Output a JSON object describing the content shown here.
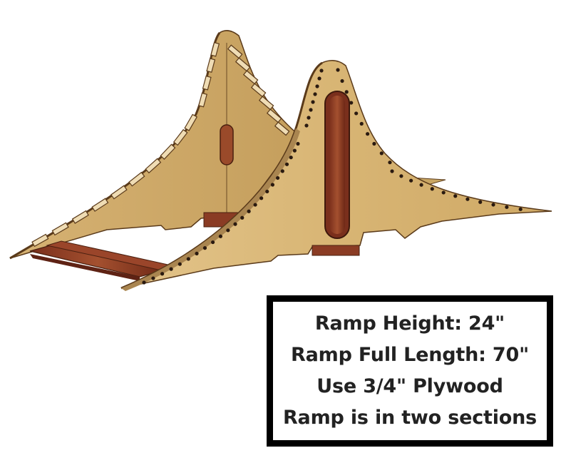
{
  "colors": {
    "plywood": "#d9b779",
    "plywood_shade": "#c9a663",
    "plywood_edge": "#5a3a1a",
    "stringer": "#8a3b24",
    "stringer_dark": "#5e2214",
    "hole": "#2a1a10",
    "box_border": "#000000",
    "text": "#222222"
  },
  "illustration": {
    "subject": "plywood-ramp-3d-render"
  },
  "info": {
    "lines": [
      "Ramp Height: 24\"",
      "Ramp Full Length: 70\"",
      "Use 3/4\" Plywood",
      "Ramp is in two sections"
    ]
  }
}
